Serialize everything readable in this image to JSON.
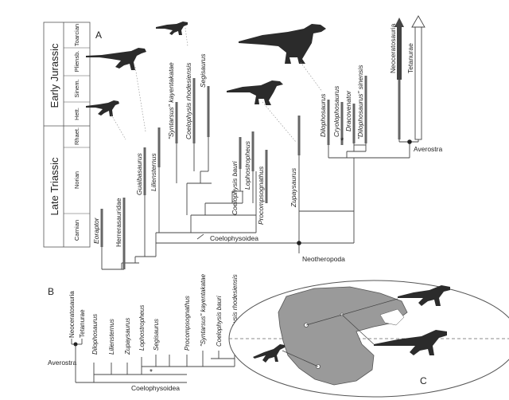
{
  "panels": {
    "a": "A",
    "b": "B",
    "c": "C"
  },
  "timescale": {
    "early_jurassic": "Early Jurassic",
    "late_triassic": "Late Triassic",
    "stages": [
      "Toarcian",
      "Pliensb.",
      "Sinem.",
      "Hett.",
      "Rhaet.",
      "Norian",
      "Carnian"
    ]
  },
  "panel_a": {
    "taxa": [
      "Eoraptor",
      "Herrerasauridae",
      "Guaibasaurus",
      "Liliensternus",
      "\"Syntarsus\" kayentakatae",
      "Coelophysis rhodesiensis",
      "Segisaurus",
      "Coelophysis bauri",
      "Lophostropheus",
      "Procompsognathus",
      "Zupaysaurus",
      "Dilophosaurus",
      "Cryolophosaurus",
      "Dracovenator",
      "\"Dilophosaurus\" sinensis",
      "Neoceratosauria",
      "Tetanurae"
    ],
    "clades": {
      "coelophysoidea": "Coelophysoidea",
      "neotheropoda": "Neotheropoda",
      "averostra": "Averostra"
    },
    "star": "*"
  },
  "panel_b": {
    "taxa": [
      "Neoceratosauria",
      "Tetanurae",
      "Dilophosaurus",
      "Liliensternus",
      "Zupaysaurus",
      "Lophostropheus",
      "Segisaurus",
      "Procompsognathus",
      "\"Syntarsus\" kayentakatae",
      "Coelophysis bauri",
      "Coelophysis rhodesiensis"
    ],
    "averostra": "Averostra",
    "coelophysoidea": "Coelophysoidea",
    "star": "*"
  },
  "icons": {
    "silhouette": "theropod-silhouette-icon",
    "map": "pangaea-map-icon"
  }
}
